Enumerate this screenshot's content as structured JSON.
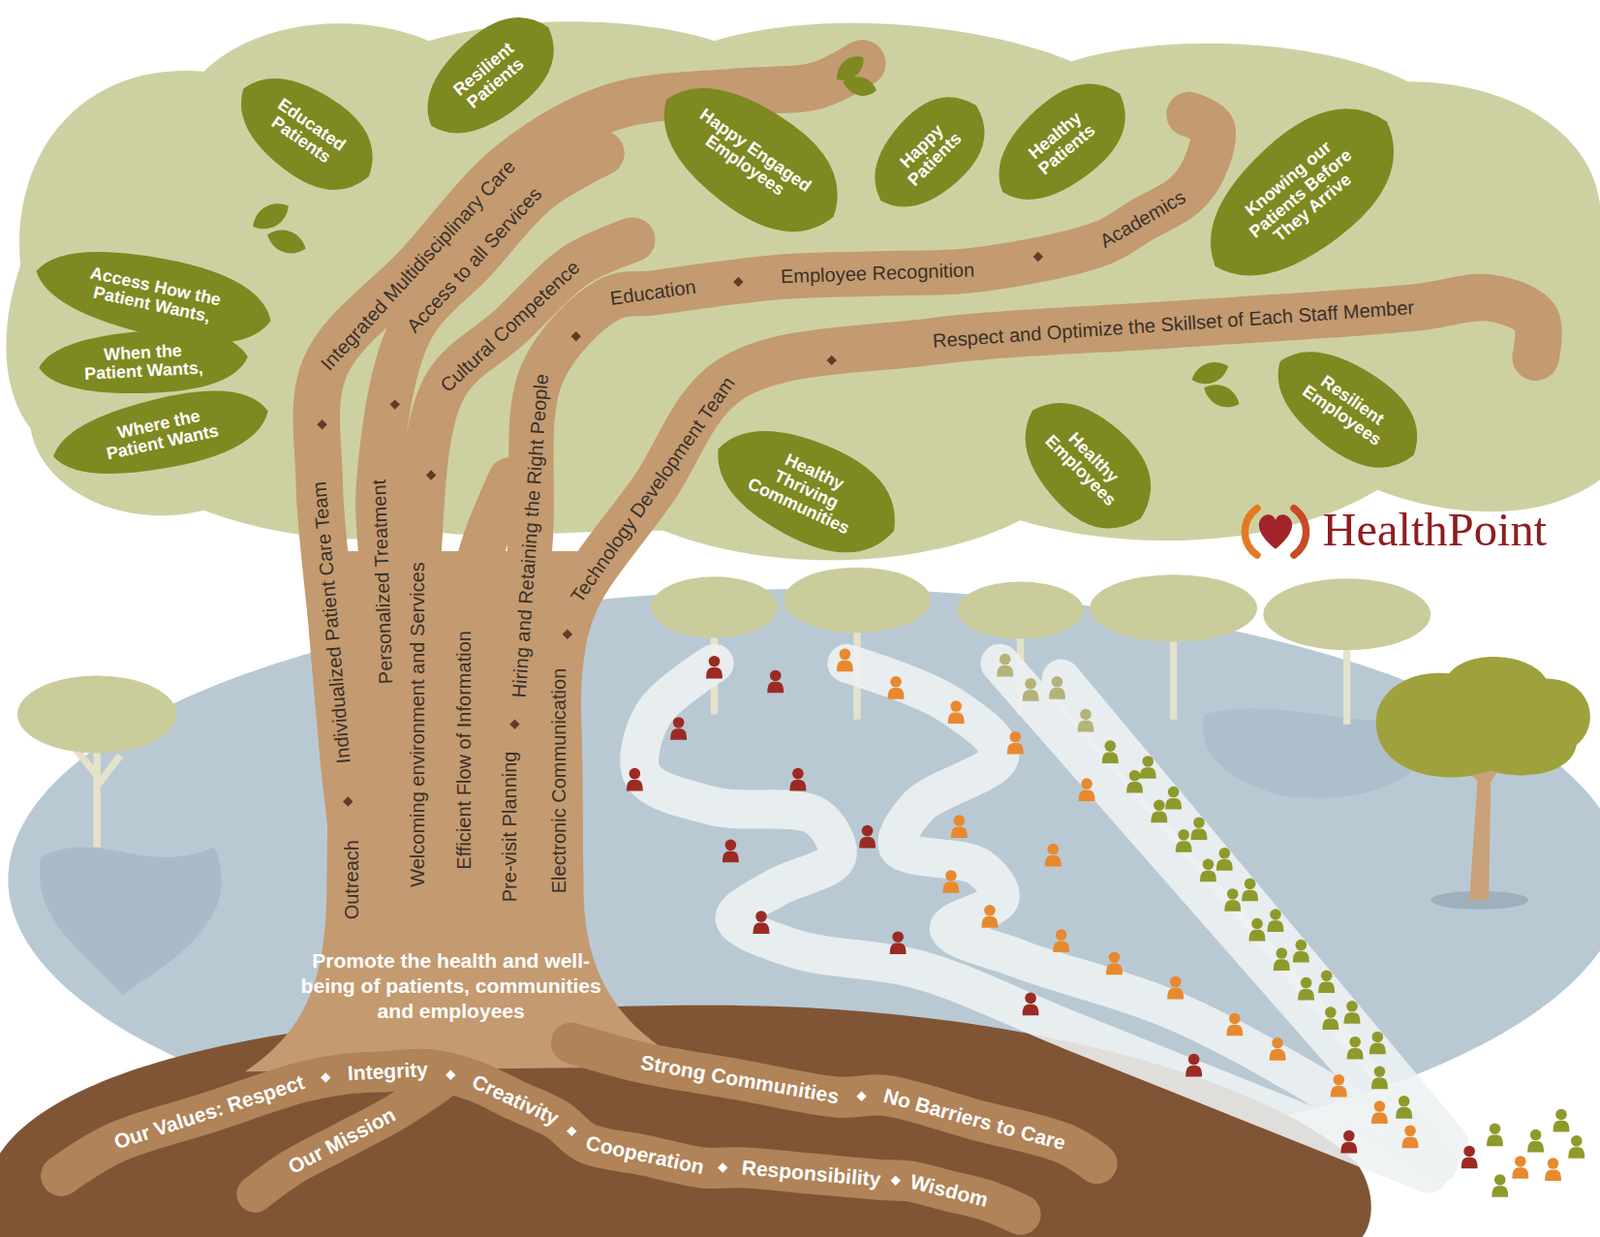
{
  "diagram": {
    "nodes": [
      {
        "text": [
          "Educated Patients"
        ]
      },
      {
        "text": [
          "Resilient Patients"
        ]
      },
      {
        "text": [
          "Happy Engaged Employees"
        ]
      },
      {
        "text": [
          "Happy Patients"
        ]
      },
      {
        "text": [
          "Healthy Patients"
        ]
      },
      {
        "text": [
          "Knowing our Patients Before They Arrive"
        ]
      },
      {
        "text": [
          "Access How the Patient Wants,"
        ]
      },
      {
        "text": [
          "When the Patient Wants,"
        ]
      },
      {
        "text": [
          "Where the Patient Wants"
        ]
      },
      {
        "text": [
          "Healthy Thriving Communities"
        ]
      },
      {
        "text": [
          "Healthy Employees"
        ]
      },
      {
        "text": [
          "Resilient Employees"
        ]
      }
    ],
    "labels": [
      "Outreach",
      "Individualized Patient Care Team",
      "Integrated Multidisciplinary Care",
      "Personalized Treatment",
      "Access to all Services",
      "Welcoming environment and Services",
      "Cultural Competence",
      "Efficient Flow of Information",
      "Pre-visit Planning",
      "Hiring and Retaining the Right People",
      "Education",
      "Employee Recognition",
      "Academics",
      "Electronic Communication",
      "Technology Development Team",
      "Respect and Optimize the Skillset of Each Staff Member",
      "Promote the health and well-being of patients, communities and employees",
      "Our Values: Respect",
      "Integrity",
      "Creativity",
      "Cooperation",
      "Responsibility",
      "Wisdom",
      "Our Mission",
      "Strong Communities",
      "No Barriers to Care",
      "HealthPoint"
    ]
  }
}
